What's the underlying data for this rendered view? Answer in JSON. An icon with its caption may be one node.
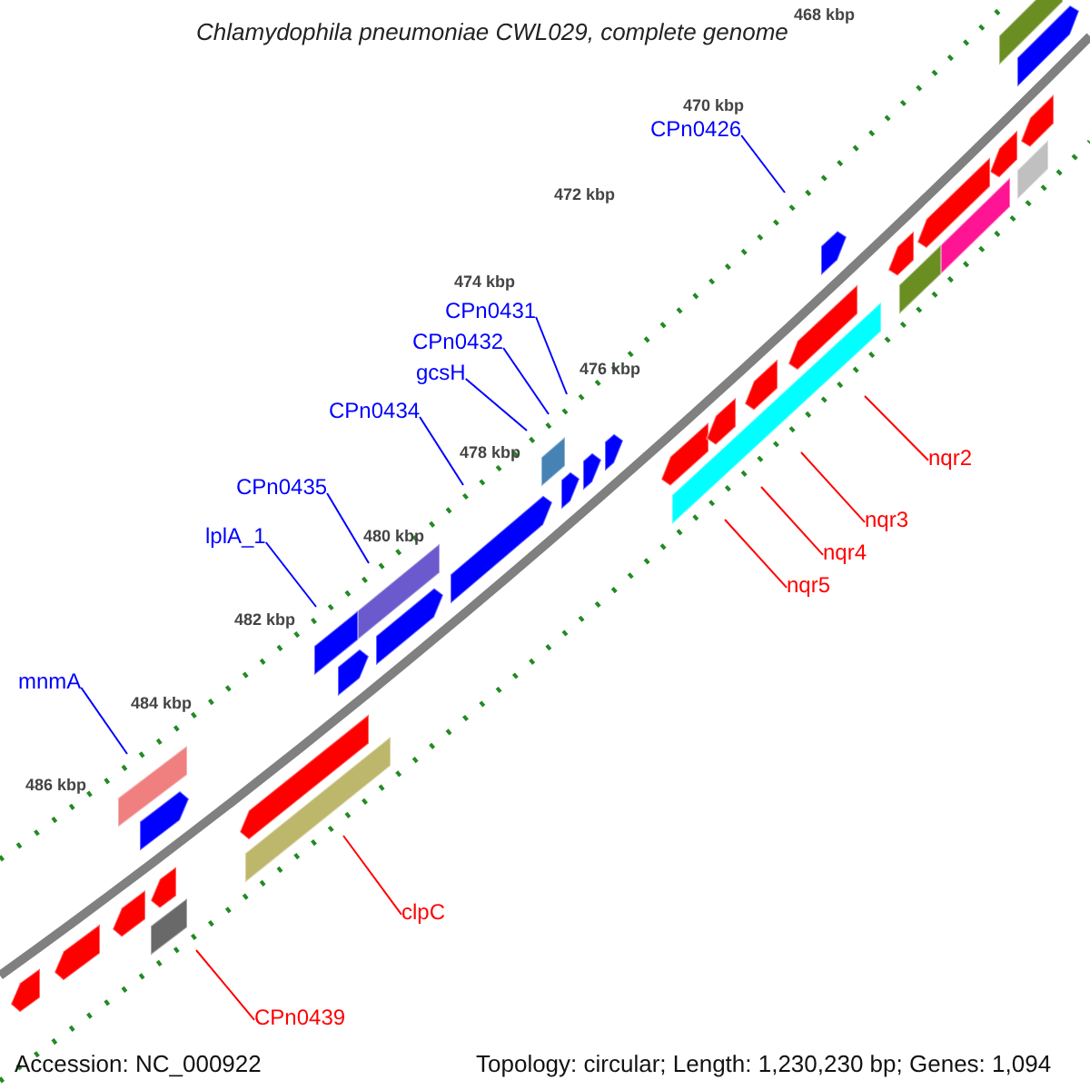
{
  "diagram": {
    "title": "Chlamydophila pneumoniae CWL029, complete genome",
    "nodes": [
      {
        "text": [
          "CPn0426"
        ]
      },
      {
        "text": [
          "CPn0431"
        ]
      },
      {
        "text": [
          "CPn0432"
        ]
      },
      {
        "text": [
          "gcsH"
        ]
      },
      {
        "text": [
          "CPn0434"
        ]
      },
      {
        "text": [
          "CPn0435"
        ]
      },
      {
        "text": [
          "lplA_1"
        ]
      },
      {
        "text": [
          "mnmA"
        ]
      },
      {
        "text": [
          "nqr2"
        ]
      },
      {
        "text": [
          "nqr3"
        ]
      },
      {
        "text": [
          "nqr4"
        ]
      },
      {
        "text": [
          "nqr5"
        ]
      },
      {
        "text": [
          "clpC"
        ]
      },
      {
        "text": [
          "CPn0439"
        ]
      }
    ],
    "edges": [
      {
        "from": 0,
        "to": null,
        "arrow": "none"
      },
      {
        "from": 1,
        "to": null,
        "arrow": "none"
      },
      {
        "from": 2,
        "to": null,
        "arrow": "none"
      },
      {
        "from": 3,
        "to": null,
        "arrow": "none"
      },
      {
        "from": 4,
        "to": null,
        "arrow": "none"
      },
      {
        "from": 5,
        "to": null,
        "arrow": "none"
      },
      {
        "from": 6,
        "to": null,
        "arrow": "none"
      },
      {
        "from": 7,
        "to": null,
        "arrow": "none"
      },
      {
        "from": 8,
        "to": null,
        "arrow": "none",
        "color": "#ff0000"
      },
      {
        "from": 9,
        "to": null,
        "arrow": "none",
        "color": "#ff0000"
      },
      {
        "from": 10,
        "to": null,
        "arrow": "none",
        "color": "#ff0000"
      },
      {
        "from": 11,
        "to": null,
        "arrow": "none",
        "color": "#ff0000"
      },
      {
        "from": 12,
        "to": null,
        "arrow": "none",
        "color": "#ff0000"
      },
      {
        "from": 13,
        "to": null,
        "arrow": "none",
        "color": "#ff0000"
      }
    ],
    "labels": [
      "468 kbp",
      "470 kbp",
      "472 kbp",
      "474 kbp",
      "476 kbp",
      "478 kbp",
      "480 kbp",
      "482 kbp",
      "484 kbp",
      "486 kbp",
      "Accession: NC_000922",
      "Topology: circular; Length: 1,230,230 bp; Genes: 1,094"
    ]
  }
}
